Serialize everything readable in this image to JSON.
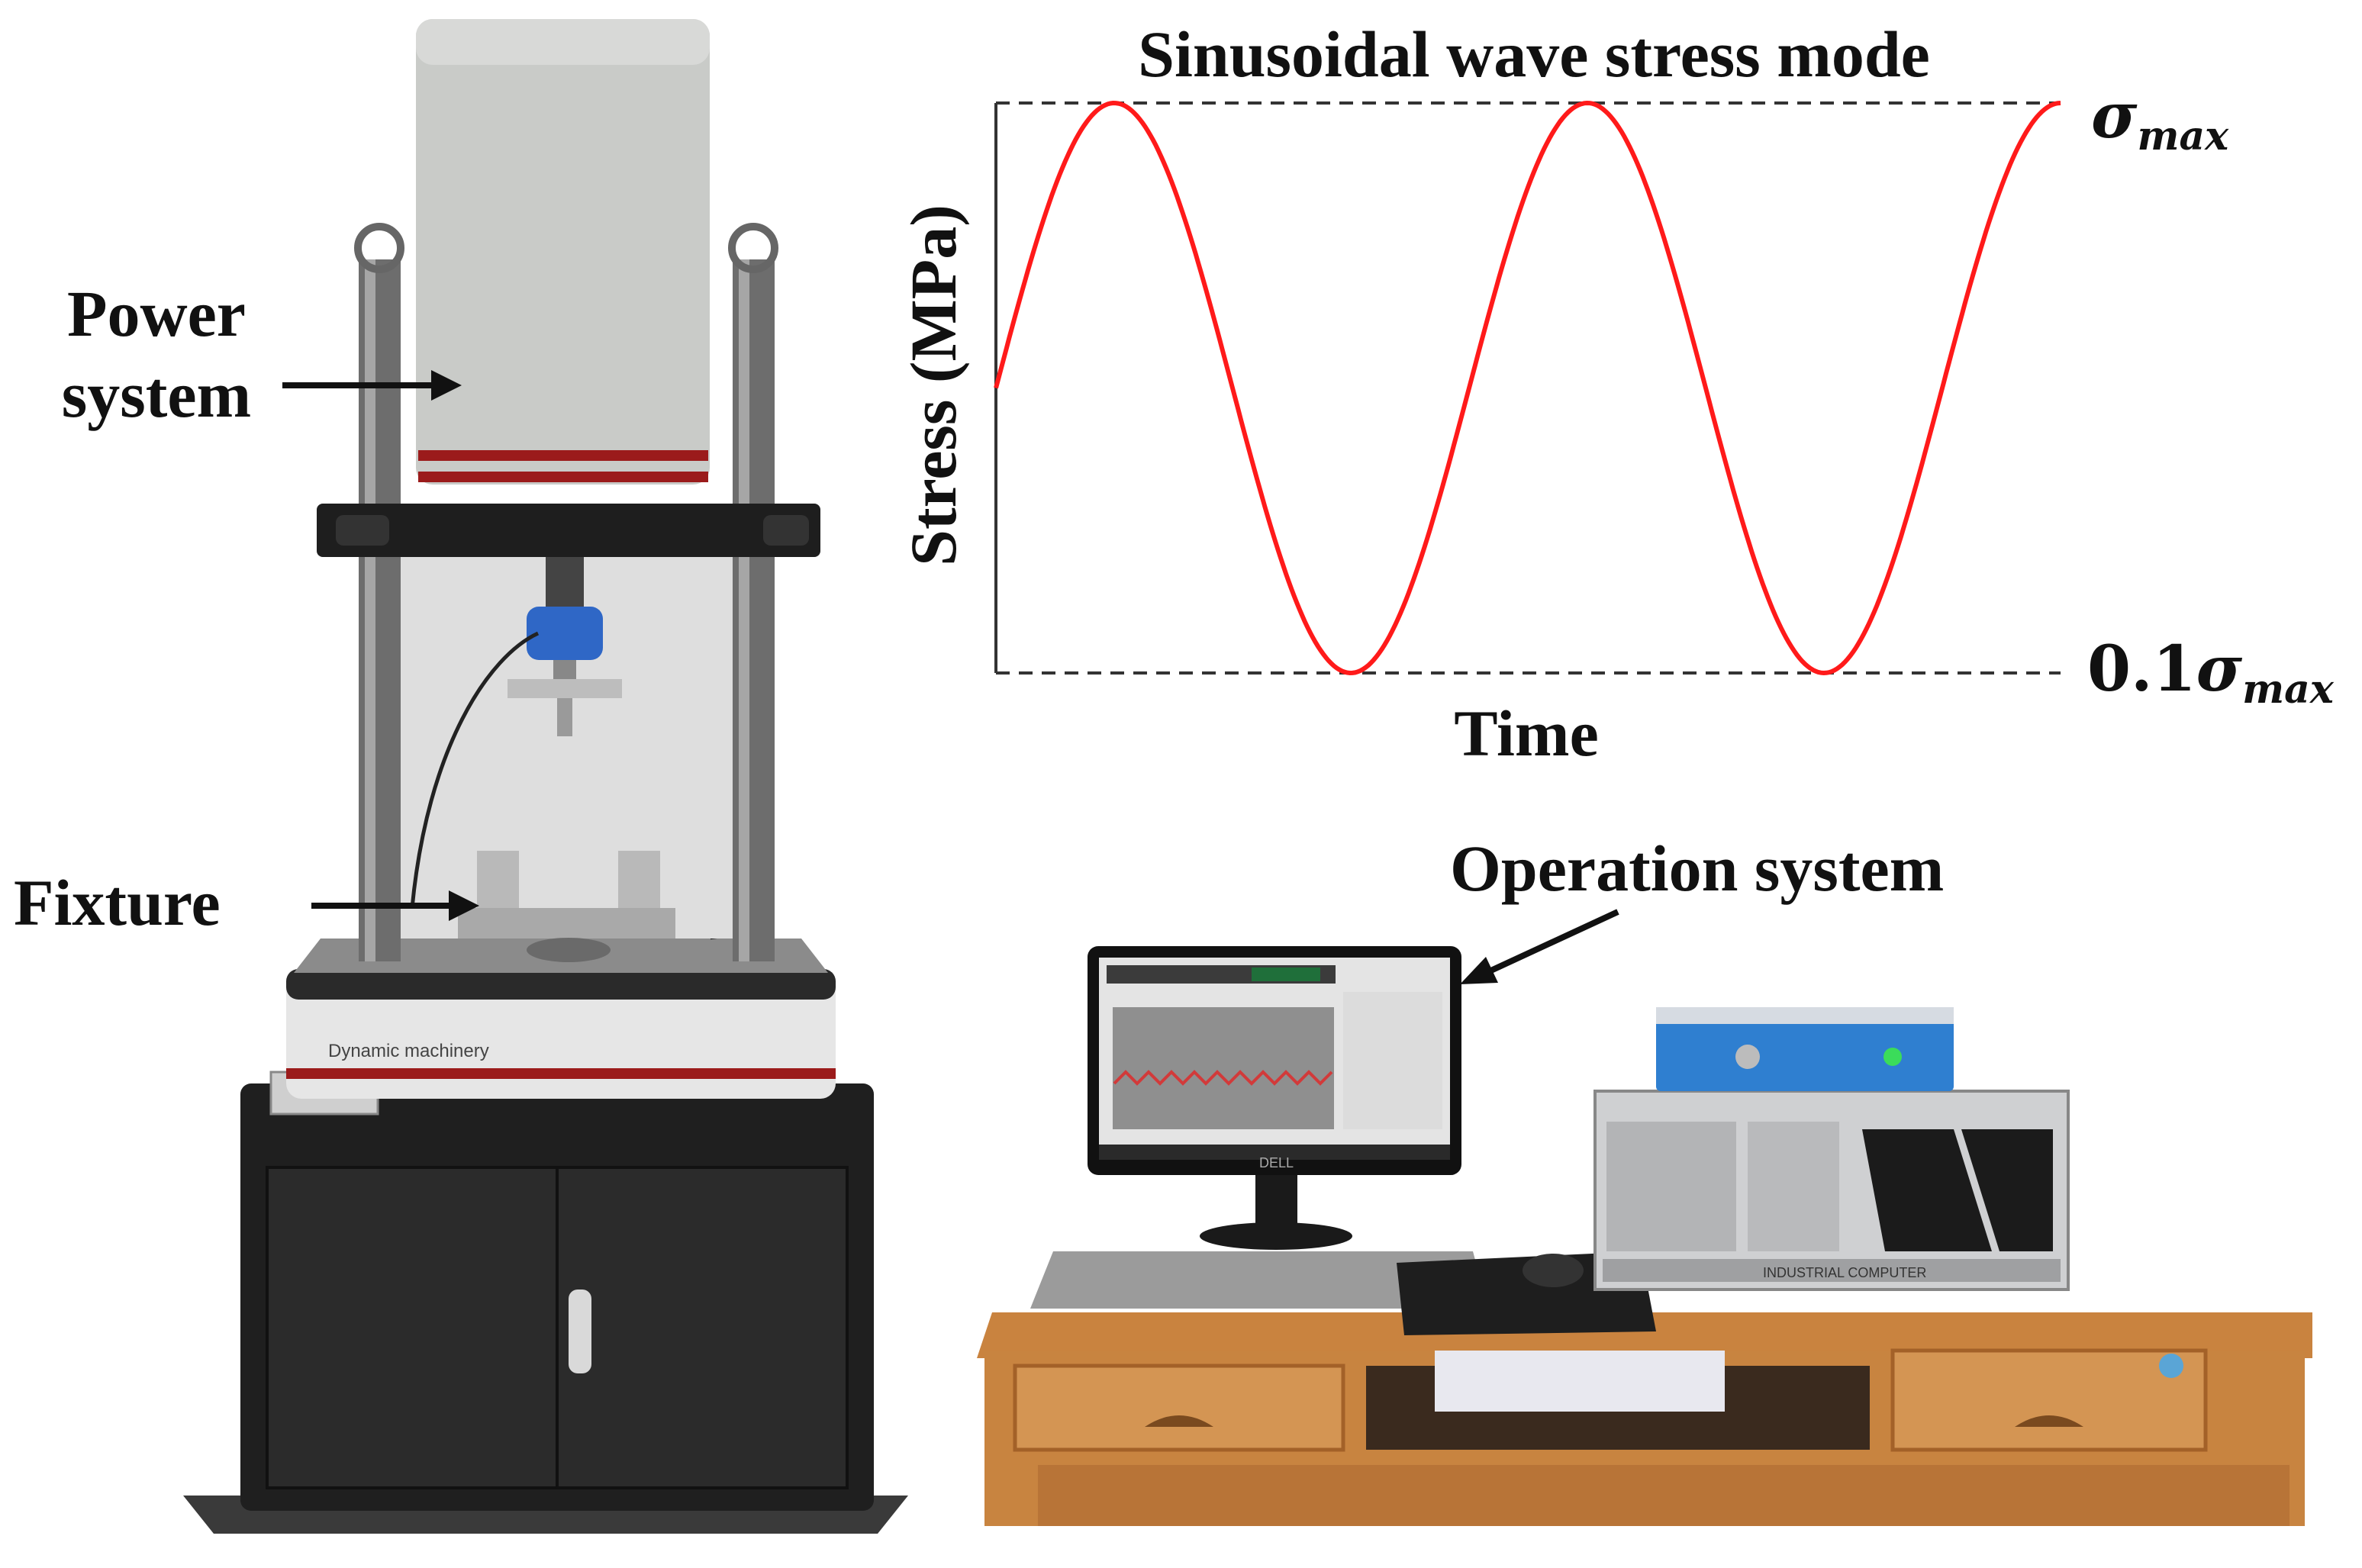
{
  "labels": {
    "power_system_line1": "Power",
    "power_system_line2": "system",
    "fixture": "Fixture",
    "operation_system": "Operation system"
  },
  "device_text": {
    "brand_band": "Dynamic machinery",
    "monitor_brand": "DELL",
    "computer_label": "INDUSTRIAL COMPUTER"
  },
  "chart_data": {
    "type": "line",
    "title": "Sinusoidal wave stress mode",
    "xlabel": "Time",
    "ylabel": "Stress (MPa)",
    "upper_label_prefix": "",
    "upper_label_symbol": "σ",
    "upper_label_sub": "max",
    "lower_label_prefix": "0.1",
    "lower_label_symbol": "σ",
    "lower_label_sub": "max",
    "x_unit": "cycles",
    "series": [
      {
        "color": "#ff1a1a",
        "x": [
          0,
          0.25,
          0.5,
          0.75,
          1.0,
          1.25,
          1.5,
          1.75,
          2.0,
          2.25
        ],
        "y": [
          0.55,
          1.0,
          0.55,
          0.1,
          0.55,
          1.0,
          0.55,
          0.1,
          0.55,
          1.0
        ]
      }
    ],
    "ylim": [
      0.1,
      1.0
    ],
    "xlim": [
      0,
      2.25
    ],
    "grid": false,
    "reference_lines": [
      "max",
      "min"
    ],
    "reference_line_style": "dashed"
  }
}
